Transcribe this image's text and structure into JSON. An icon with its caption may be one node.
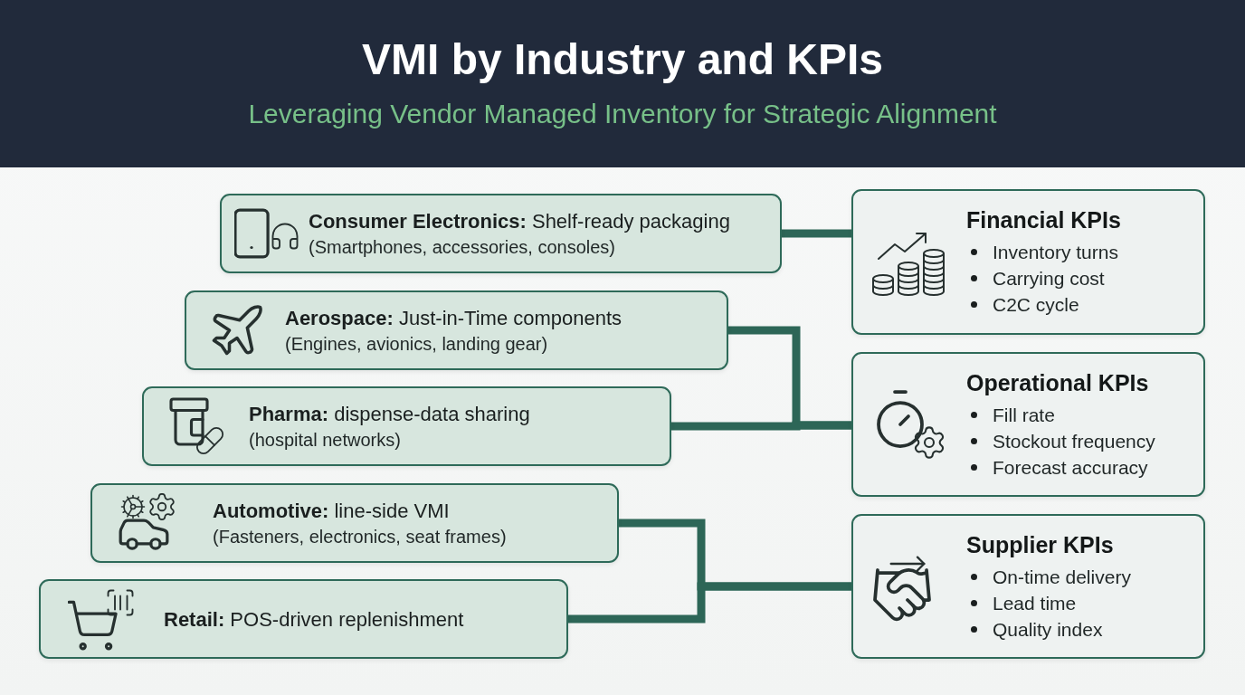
{
  "diagram": {
    "title": "VMI by Industry and KPIs",
    "nodes": [
      {
        "text": [
          "**Consumer Electronics:** Shelf-ready packaging",
          "(Smartphones, accessories, consoles)"
        ]
      },
      {
        "text": [
          "**Aerospace:** Just-in-Time components",
          "(Engines, avionics, landing gear)"
        ]
      },
      {
        "text": [
          "**Pharma:** dispense-data sharing",
          "(hospital networks)"
        ]
      },
      {
        "text": [
          "**Automotive:** line-side VMI",
          "(Fasteners, electronics, seat frames)"
        ]
      },
      {
        "text": [
          "**Retail:** POS-driven replenishment"
        ]
      },
      {
        "text": [
          "Financial KPIs",
          "Inventory turns",
          "Carrying cost",
          "C2C cycle"
        ]
      },
      {
        "text": [
          "Operational KPIs",
          "Fill rate",
          "Stockout frequency",
          "Forecast accuracy"
        ]
      },
      {
        "text": [
          "Supplier KPIs",
          "On-time delivery",
          "Lead time",
          "Quality index"
        ]
      }
    ],
    "edges": [
      {
        "from": 0,
        "to": 5,
        "arrow": "none"
      },
      {
        "from": 1,
        "to": 6,
        "arrow": "none"
      },
      {
        "from": 2,
        "to": 6,
        "arrow": "none"
      },
      {
        "from": 3,
        "to": 7,
        "arrow": "none"
      },
      {
        "from": 4,
        "to": 7,
        "arrow": "none"
      }
    ],
    "labels": [
      "Leveraging Vendor Managed Inventory for Strategic Alignment"
    ]
  }
}
